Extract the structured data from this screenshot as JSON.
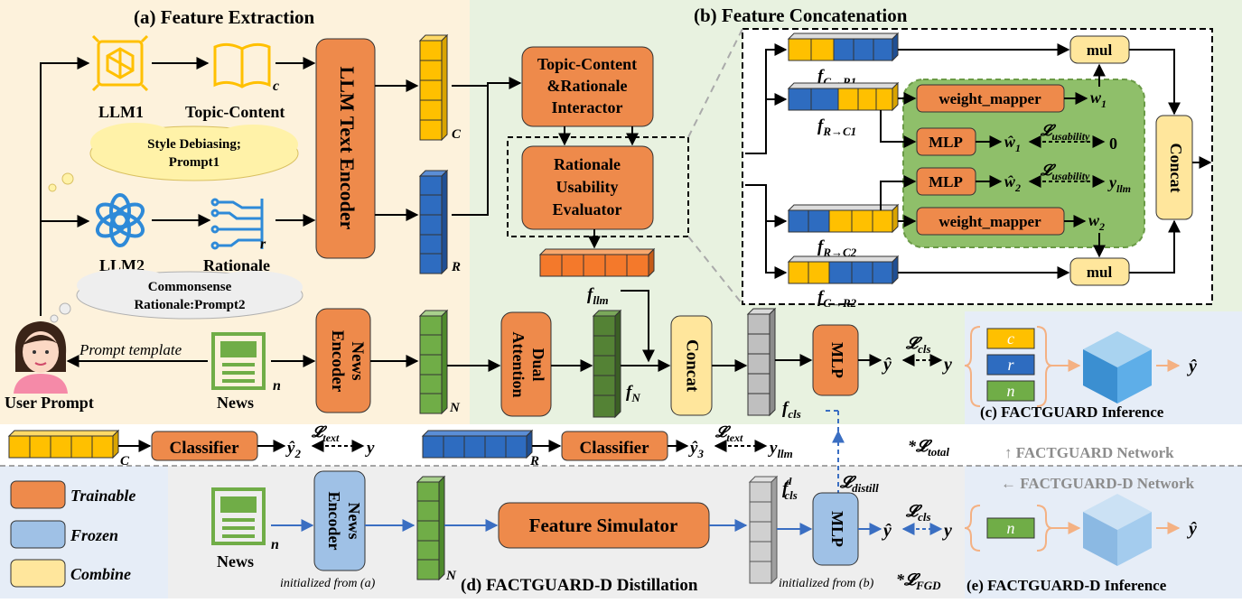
{
  "section_a": {
    "title": "(a)  Feature Extraction"
  },
  "section_b": {
    "title": "(b) Feature Concatenation"
  },
  "section_c": {
    "title": "(c) FACTGUARD Inference"
  },
  "section_d": {
    "title": "(d) FACTGUARD-D Distillation"
  },
  "section_e": {
    "title": "(e) FACTGUARD-D Inference"
  },
  "extraction": {
    "llm1": "LLM1",
    "llm2": "LLM2",
    "topic_content": "Topic-Content",
    "topic_var": "c",
    "rationale": "Rationale",
    "rationale_var": "r",
    "cloud1_line1": "Style Debiasing;",
    "cloud1_line2": "Prompt1",
    "cloud2_line1": "Commonsense",
    "cloud2_line2": "Rationale:Prompt2",
    "llm_text_encoder": "LLM Text Encoder",
    "vec_c": "C",
    "vec_r": "R",
    "user_prompt": "User Prompt",
    "prompt_template": "Prompt template",
    "news": "News",
    "news_var": "n",
    "news_encoder_l1": "News",
    "news_encoder_l2": "Encoder",
    "vec_n": "N"
  },
  "concat_main": {
    "interactor_l1": "Topic-Content",
    "interactor_l2": "&Rationale",
    "interactor_l3": "Interactor",
    "evaluator_l1": "Rationale",
    "evaluator_l2": "Usability",
    "evaluator_l3": "Evaluator",
    "f_llm": "f",
    "f_llm_sub": "llm",
    "dual_l1": "Dual",
    "dual_l2": "Attention",
    "f_n": "f",
    "f_n_sub": "N",
    "concat": "Concat",
    "mlp": "MLP",
    "f_cls": "f",
    "f_cls_sub": "cls",
    "y_hat": "ŷ",
    "loss_cls": "𝓛",
    "loss_cls_sub": "cls",
    "y": "y"
  },
  "inset": {
    "f_c_r1": "f",
    "f_c_r1_sub": "C→R1",
    "f_r_c1": "f",
    "f_r_c1_sub": "R→C1",
    "f_r_c2": "f",
    "f_r_c2_sub": "R→C2",
    "f_c_r2": "f",
    "f_c_r2_sub": "C→R2",
    "mul": "mul",
    "weight_mapper": "weight_mapper",
    "mlp": "MLP",
    "w1": "w",
    "w1_sub": "1",
    "w2": "w",
    "w2_sub": "2",
    "w1_hat": "ŵ",
    "w1_hat_sub": "1",
    "w2_hat": "ŵ",
    "w2_hat_sub": "2",
    "loss_usability": "𝓛",
    "loss_usability_sub": "usability",
    "zero": "0",
    "y_llm": "y",
    "y_llm_sub": "llm",
    "concat": "Concat"
  },
  "classifiers": {
    "classifier": "Classifier",
    "vec_c": "C",
    "vec_r": "R",
    "y2_hat": "ŷ",
    "y2_sub": "2",
    "y3_hat": "ŷ",
    "y3_sub": "3",
    "loss_text": "𝓛",
    "loss_text_sub": "text",
    "y": "y",
    "y_llm": "y",
    "y_llm_sub": "llm",
    "loss_total": "*𝓛",
    "loss_total_sub": "total"
  },
  "network_labels": {
    "factguard": "↑ FACTGUARD Network",
    "factguard_d": "← FACTGUARD-D Network"
  },
  "legend": {
    "trainable": "Trainable",
    "frozen": "Frozen",
    "combine": "Combine"
  },
  "distill": {
    "news": "News",
    "news_var": "n",
    "news_encoder_l1": "News",
    "news_encoder_l2": "Encoder",
    "init_a": "initialized from (a)",
    "vec_n": "N",
    "feature_simulator": "Feature Simulator",
    "f_cls_d": "f",
    "f_cls_d_sup": "d",
    "f_cls_d_sub": "cls",
    "loss_distill": "𝓛",
    "loss_distill_sub": "distill",
    "mlp": "MLP",
    "init_b": "initialized from (b)",
    "loss_fgd": "*𝓛",
    "loss_fgd_sub": "FGD",
    "y_hat": "ŷ",
    "loss_cls": "𝓛",
    "loss_cls_sub": "cls",
    "y": "y"
  },
  "inference_c": {
    "c": "c",
    "r": "r",
    "n": "n",
    "y_hat": "ŷ"
  },
  "inference_e": {
    "n": "n",
    "y_hat": "ŷ"
  },
  "colors": {
    "panel_a_bg": "#fdf2dc",
    "panel_b_bg": "#e8f2e0",
    "panel_gray_bg": "#eeeeee",
    "panel_blue_bg": "#e6edf7",
    "trainable": "#ee8a4b",
    "frozen": "#9fc1e6",
    "combine": "#ffe69c",
    "yellow_vec": "#ffc000",
    "blue_vec": "#2e6cc0",
    "green_vec": "#70ad47",
    "dark_green_vec": "#548235",
    "orange_vec": "#f4792b",
    "gray_vec": "#bfbfbf",
    "green_panel": "#8fbf6a"
  }
}
